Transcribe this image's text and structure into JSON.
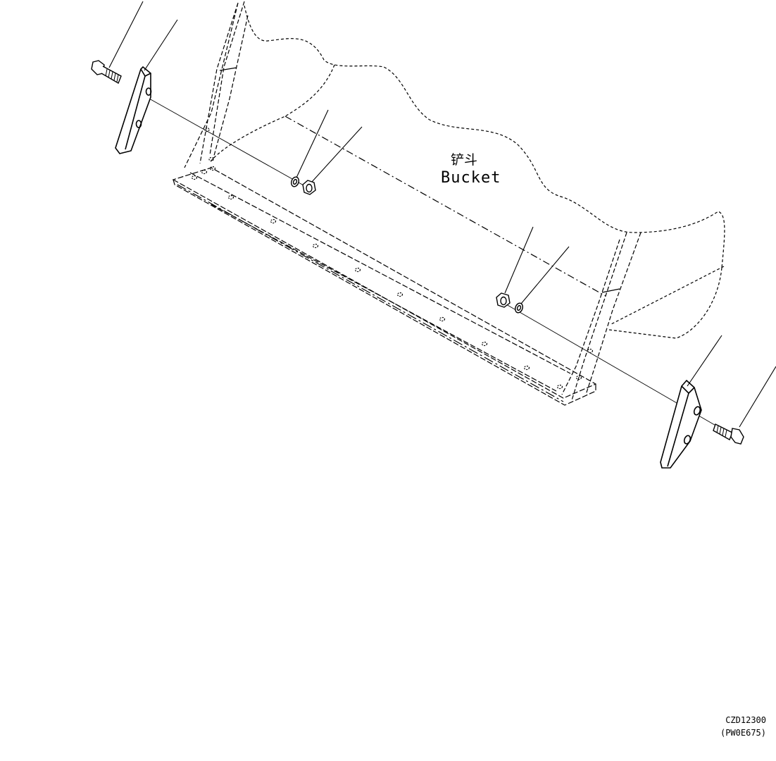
{
  "labels": {
    "part_cn": "铲斗",
    "part_en": "Bucket"
  },
  "drawing_code": {
    "line1": "CZD12300",
    "line2": "(PW0E675)"
  }
}
